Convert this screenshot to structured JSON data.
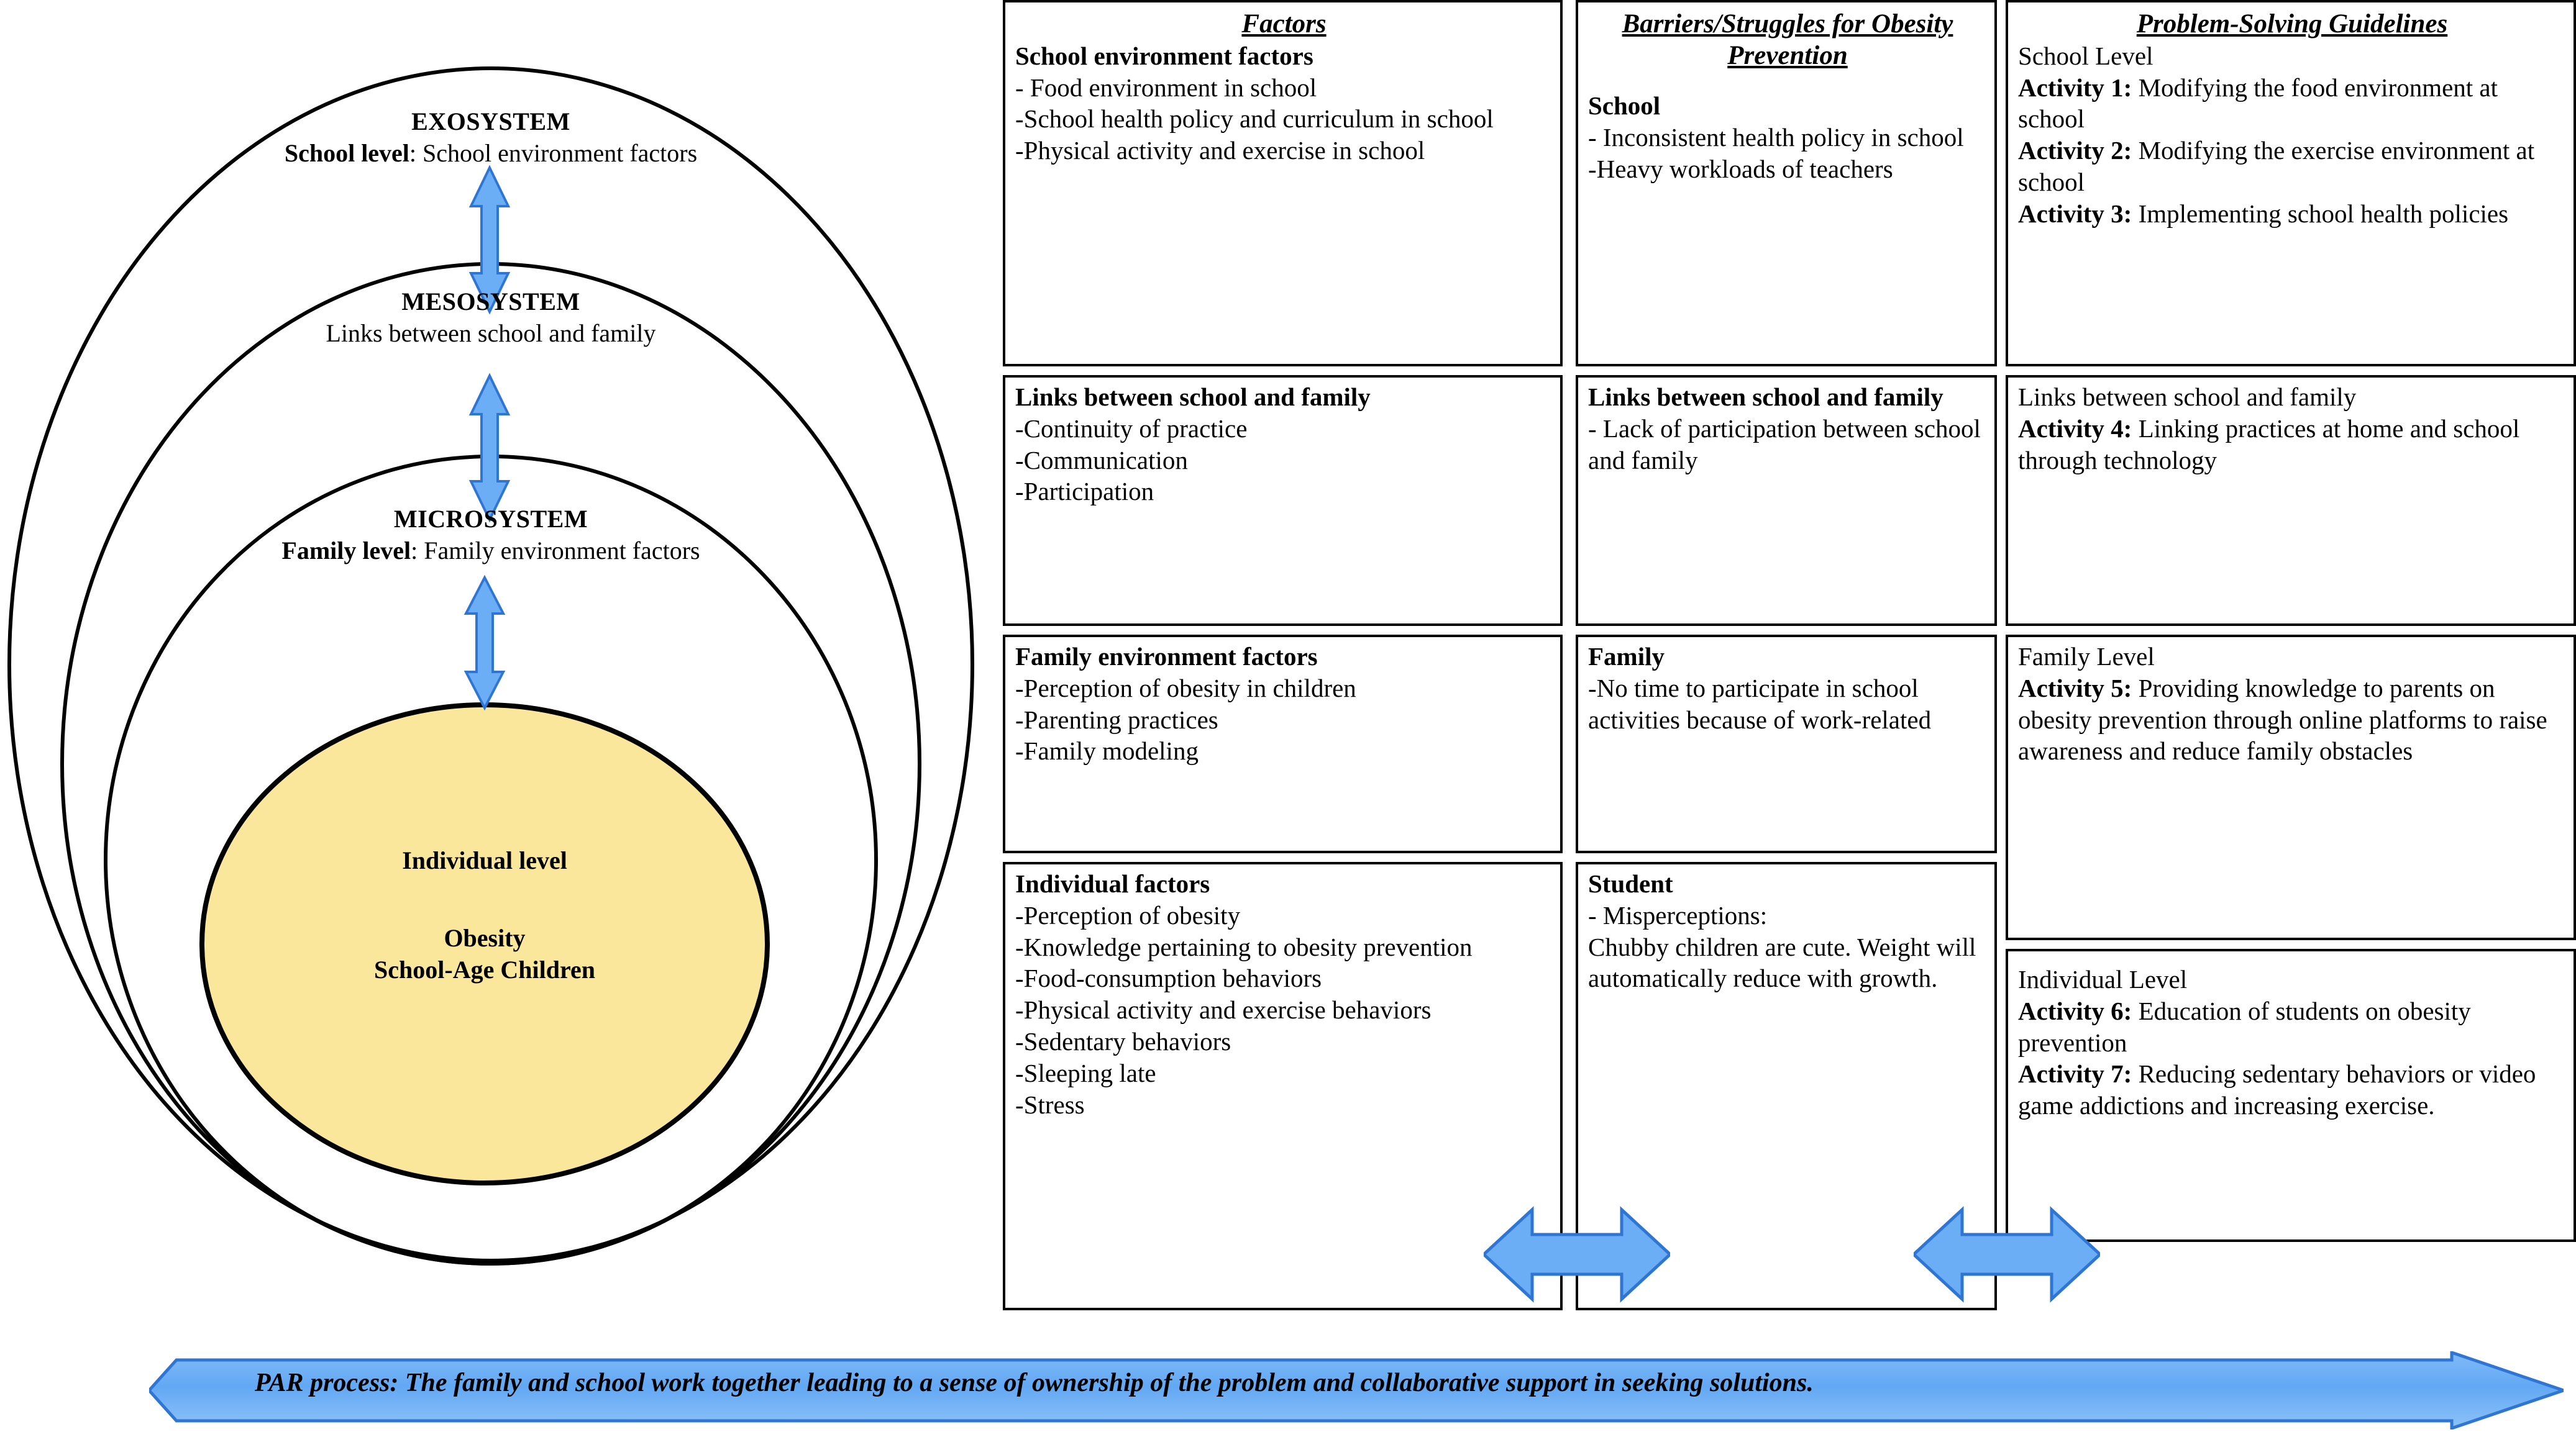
{
  "colors": {
    "arrow_fill": "#6CAEF5",
    "arrow_stroke": "#2E75D4",
    "banner_fill": "#6CAEF5",
    "banner_stroke": "#2E75D4",
    "individual_ellipse_fill": "#FBE79B",
    "ellipse_stroke": "#000000",
    "box_border": "#000000",
    "page_background": "#FFFFFF"
  },
  "ecological_model": {
    "rings": [
      {
        "name": "exosystem",
        "title": "EXOSYSTEM",
        "sub_bold": "School level",
        "sub_rest": ": School environment factors"
      },
      {
        "name": "mesosystem",
        "title": "MESOSYSTEM",
        "sub_bold": "",
        "sub_rest": "Links between school and family"
      },
      {
        "name": "microsystem",
        "title": "MICROSYSTEM",
        "sub_bold": "Family level",
        "sub_rest": ": Family environment factors"
      }
    ],
    "core": {
      "line1": "Individual level",
      "line2": "Obesity",
      "line3": "School-Age Children"
    },
    "connector_icon": "double-headed-vertical-arrow"
  },
  "table": {
    "columns": [
      {
        "id": "factors",
        "header": "Factors"
      },
      {
        "id": "barriers",
        "header": "Barriers/Struggles for Obesity Prevention"
      },
      {
        "id": "guidelines",
        "header": "Problem-Solving Guidelines"
      }
    ],
    "factors_cells": [
      {
        "title": "School environment factors",
        "lines": [
          "- Food environment in school",
          "-School health policy and curriculum in school",
          "-Physical activity and exercise in school"
        ]
      },
      {
        "title": "Links between school and family",
        "lines": [
          "-Continuity of practice",
          "-Communication",
          "-Participation"
        ]
      },
      {
        "title": "Family environment factors",
        "lines": [
          "-Perception of obesity in children",
          "-Parenting practices",
          "-Family modeling"
        ]
      },
      {
        "title": "Individual factors",
        "lines": [
          "-Perception of obesity",
          "-Knowledge pertaining to obesity prevention",
          "-Food-consumption behaviors",
          "-Physical activity and exercise behaviors",
          "-Sedentary behaviors",
          "-Sleeping late",
          "-Stress"
        ]
      }
    ],
    "barriers_cells": [
      {
        "title": "School",
        "lines": [
          "- Inconsistent health policy in school",
          "-Heavy workloads of teachers"
        ]
      },
      {
        "title": "Links between school and family",
        "lines": [
          "- Lack of participation between school and family"
        ]
      },
      {
        "title": "Family",
        "lines": [
          "-No time to participate in school activities because of work-related"
        ]
      },
      {
        "title": "Student",
        "lines": [
          "- Misperceptions:",
          "Chubby children are cute. Weight will automatically reduce with growth."
        ]
      }
    ],
    "guidelines_cells": [
      {
        "title": "School Level",
        "activities": [
          {
            "label": "Activity 1:",
            "text": " Modifying the food environment at school"
          },
          {
            "label": "Activity 2:",
            "text": " Modifying the exercise environment at school"
          },
          {
            "label": "Activity 3:",
            "text": " Implementing school health policies"
          }
        ]
      },
      {
        "title": "Links between school and family",
        "activities": [
          {
            "label": "Activity 4:",
            "text": " Linking practices at home and school through technology"
          }
        ]
      },
      {
        "title": "Family Level",
        "activities": [
          {
            "label": "Activity 5:",
            "text": " Providing knowledge to parents on obesity prevention through online platforms to raise awareness and reduce family obstacles"
          }
        ]
      },
      {
        "title": "Individual Level",
        "activities": [
          {
            "label": "Activity 6:",
            "text": " Education of students on obesity prevention"
          },
          {
            "label": "Activity 7:",
            "text": " Reducing sedentary behaviors or video game addictions and increasing exercise."
          }
        ]
      }
    ]
  },
  "par_banner": {
    "icon": "right-arrow-banner",
    "text": "PAR process: The family and school work together leading to a sense of ownership of the problem and collaborative support in seeking solutions."
  }
}
